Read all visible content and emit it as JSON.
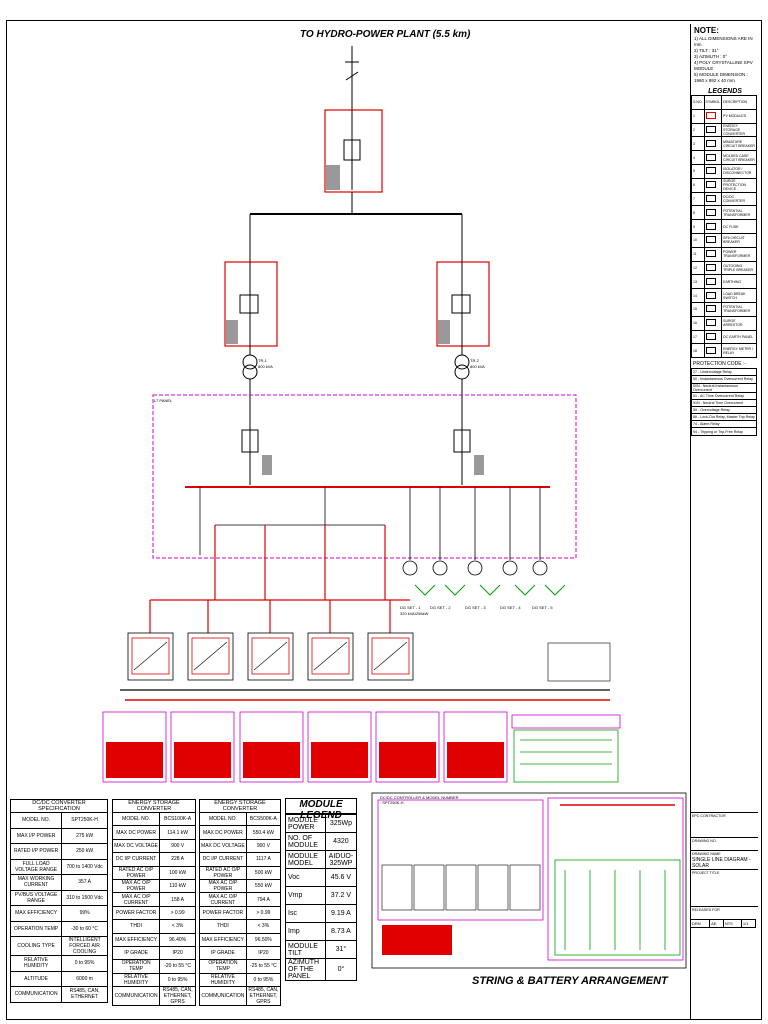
{
  "title": "TO HYDRO-POWER PLANT (5.5 km)",
  "notes": {
    "heading": "NOTE:",
    "items": [
      "1)  ALL DIMENSIONS ARE IN mm",
      "2)  TILT : 31°",
      "3)  AZIMUTH : 0°",
      "4)  POLY CRYSTALLINE SPV MODULE",
      "5)  MODULE DIMENSION :",
      "     1960 x 992 x 40 mm"
    ]
  },
  "legends": {
    "heading": "LEGENDS",
    "columns": [
      "S.NO.",
      "SYMBOL",
      "DESCRIPTION"
    ],
    "rows": [
      {
        "no": "1",
        "desc": "PV MODULES"
      },
      {
        "no": "2",
        "desc": "ENERGY STORAGE CONVERTER"
      },
      {
        "no": "3",
        "desc": "MINIATURE CIRCUIT BREAKER"
      },
      {
        "no": "4",
        "desc": "MOLDED CASE CIRCUIT BREAKER"
      },
      {
        "no": "5",
        "desc": "ISOLATOR / DISCONNECTOR"
      },
      {
        "no": "6",
        "desc": "SURGE PROTECTION DEVICE"
      },
      {
        "no": "7",
        "desc": "DC/DC CONVERTER"
      },
      {
        "no": "8",
        "desc": "POTENTIAL TRANSFORMER"
      },
      {
        "no": "9",
        "desc": "DC FUSE"
      },
      {
        "no": "10",
        "desc": "SF6 CIRCUIT BREAKER"
      },
      {
        "no": "11",
        "desc": "POWER TRANSFORMER"
      },
      {
        "no": "12",
        "desc": "OUTGOING TRIPLE BREAKER"
      },
      {
        "no": "13",
        "desc": "EARTHING"
      },
      {
        "no": "14",
        "desc": "LOAD BREAK SWITCH"
      },
      {
        "no": "15",
        "desc": "POTENTIAL TRANSFORMER"
      },
      {
        "no": "16",
        "desc": "SURGE ARRESTOR"
      },
      {
        "no": "17",
        "desc": "DC EARTH PANEL"
      },
      {
        "no": "18",
        "desc": "ENERGY METER / RELAY"
      }
    ]
  },
  "protection": {
    "heading": "PROTECTION CODE :-",
    "items": [
      "27 - Undervoltage Relay",
      "50 - Instantaneous Overcurrent Relay",
      "50N - Neutral Instantaneous Overcurrent",
      "51 - AC Time Overcurrent Relay",
      "51N - Neutral Time Overcurrent",
      "59 - Overvoltage Relay",
      "86 - Lock-Out Relay, Master Trip Relay",
      "74 - Alarm Relay",
      "94 - Tripping or Trip-Free Relay"
    ]
  },
  "diagram_labels": {
    "lt_panel": "LT PANEL",
    "tr1": "TR-1",
    "tr2": "TR-2",
    "tr_rating": "800 kVA",
    "dg_sets": [
      "DG SET - 1",
      "DG SET - 2",
      "DG SET - 3",
      "DG SET - 4",
      "DG SET - 5"
    ],
    "dg_rating": "320 kVA/256kW",
    "dcdc_tag": "DC/DC CONTROLLER & MODEL NUMBER : SPT250K-H"
  },
  "dcdc_spec": {
    "heading": "DC/DC CONVERTER SPECIFICATION",
    "rows": [
      [
        "MODEL NO.",
        "SPT250K-H"
      ],
      [
        "MAX I/P POWER",
        "275 kW"
      ],
      [
        "RATED I/P POWER",
        "250 kW"
      ],
      [
        "FULL LOAD VOLTAGE RANGE",
        "700 to 1400 Vdc"
      ],
      [
        "MAX WORKING CURRENT",
        "357 A"
      ],
      [
        "PV/BUS VOLTAGE RANGE",
        "310 to 1500 Vdc"
      ],
      [
        "MAX EFFICIENCY",
        "99%"
      ],
      [
        "OPERATION TEMP",
        "-30 to 60 °C"
      ],
      [
        "COOLING TYPE",
        "INTELLIGENT FORCED AIR COOLING"
      ],
      [
        "RELATIVE HUMIDITY",
        "0 to 95%"
      ],
      [
        "ALTITUDE",
        "6000 m"
      ],
      [
        "COMMUNICATION",
        "RS485, CAN, ETHERNET"
      ]
    ]
  },
  "esc1": {
    "heading": "ENERGY STORAGE CONVERTER",
    "rows": [
      [
        "MODEL NO.",
        "BCS100K-A"
      ],
      [
        "MAX DC POWER",
        "114.1 kW"
      ],
      [
        "MAX DC VOLTAGE",
        "900 V"
      ],
      [
        "DC I/P CURRENT",
        "228 A"
      ],
      [
        "RATED AC O/P POWER",
        "100 kW"
      ],
      [
        "MAX AC O/P POWER",
        "110 kW"
      ],
      [
        "MAX AC O/P CURRENT",
        "158 A"
      ],
      [
        "POWER FACTOR",
        "> 0.99"
      ],
      [
        "THDI",
        "< 3%"
      ],
      [
        "MAX EFFICIENCY",
        "96.40%"
      ],
      [
        "IP GRADE",
        "IP20"
      ],
      [
        "OPERATION TEMP",
        "-20 to 55 °C"
      ],
      [
        "RELATIVE HUMIDITY",
        "0 to 95%"
      ],
      [
        "COMMUNICATION",
        "RS485, CAN, ETHERNET, GPRS"
      ]
    ]
  },
  "esc2": {
    "heading": "ENERGY STORAGE CONVERTER",
    "rows": [
      [
        "MODEL NO.",
        "BCS500K-A"
      ],
      [
        "MAX DC POWER",
        "550.4 kW"
      ],
      [
        "MAX DC VOLTAGE",
        "900 V"
      ],
      [
        "DC I/P CURRENT",
        "1117 A"
      ],
      [
        "RATED AC O/P POWER",
        "500 kW"
      ],
      [
        "MAX AC O/P POWER",
        "550 kW"
      ],
      [
        "MAX AC O/P CURRENT",
        "794 A"
      ],
      [
        "POWER FACTOR",
        "> 0.99"
      ],
      [
        "THDI",
        "< 3%"
      ],
      [
        "MAX EFFICIENCY",
        "96.50%"
      ],
      [
        "IP GRADE",
        "IP20"
      ],
      [
        "OPERATION TEMP",
        "-25 to 55 °C"
      ],
      [
        "RELATIVE HUMIDITY",
        "0 to 95%"
      ],
      [
        "COMMUNICATION",
        "RS485, CAN, ETHERNET, GPRS"
      ]
    ]
  },
  "module_legend": {
    "heading": "MODULE LEGEND",
    "rows": [
      [
        "MODULE POWER",
        "325Wp"
      ],
      [
        "NO. OF MODULE",
        "4320"
      ],
      [
        "MODULE MODEL",
        "AIDUO-325WP"
      ],
      [
        "Voc",
        "45.6 V"
      ],
      [
        "Vmp",
        "37.2 V"
      ],
      [
        "Isc",
        "9.19 A"
      ],
      [
        "Imp",
        "8.73 A"
      ],
      [
        "MODULE TILT",
        "31°"
      ],
      [
        "AZIMUTH OF THE PANEL",
        "0°"
      ]
    ]
  },
  "string_title": "STRING & BATTERY ARRANGEMENT",
  "title_block": {
    "epc": "EPC CONTRACTOR",
    "drawing_no": "DRAWING NO.",
    "drawing_name_label": "DRAWING NAME",
    "drawing_name": "SINGLE LINE DIAGRAM - SOLAR",
    "project_title": "PROJECT TITLE",
    "released_for": "RELEASED FOR",
    "bottom": [
      "DRN",
      "AE",
      "NTS",
      "1/1"
    ]
  },
  "colors": {
    "red": "#e00000",
    "magenta": "#d000d0",
    "green": "#00a000",
    "blue": "#0000cc"
  }
}
